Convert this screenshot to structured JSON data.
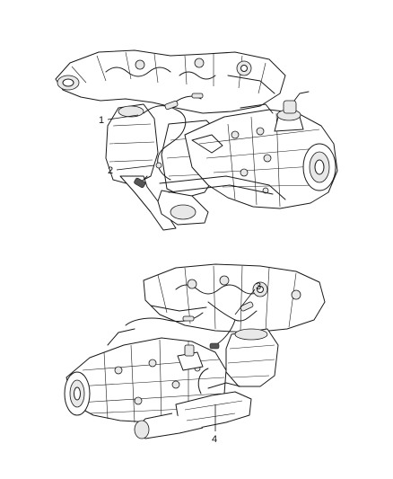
{
  "diagram": {
    "views": [
      {
        "name": "upper-view",
        "callouts": [
          {
            "id": "1",
            "label": "1"
          },
          {
            "id": "2",
            "label": "2"
          }
        ]
      },
      {
        "name": "lower-view",
        "callouts": [
          {
            "id": "3",
            "label": "3"
          },
          {
            "id": "4",
            "label": "4"
          }
        ]
      }
    ]
  }
}
